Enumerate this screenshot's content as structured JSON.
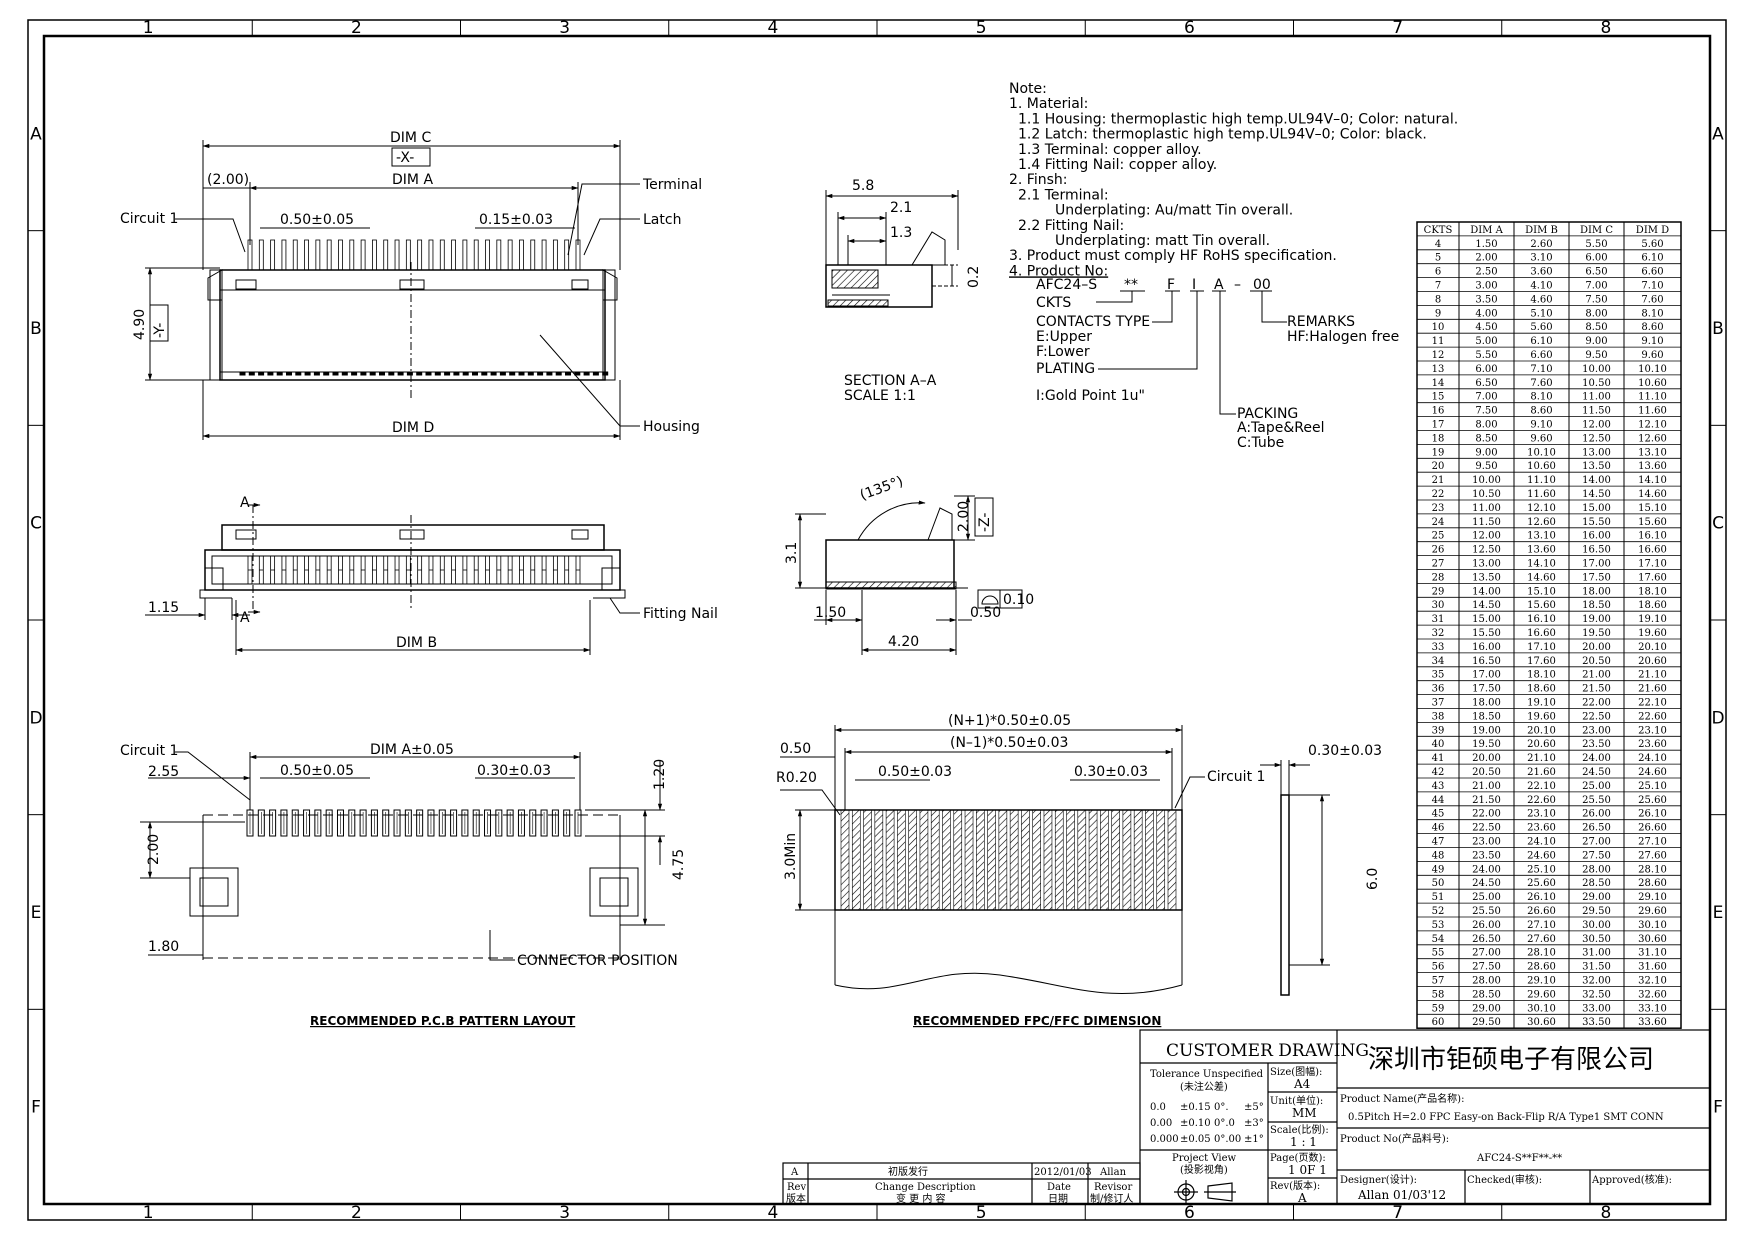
{
  "frame": {
    "columns": [
      "1",
      "2",
      "3",
      "4",
      "5",
      "6",
      "7",
      "8"
    ],
    "rows": [
      "A",
      "B",
      "C",
      "D",
      "E",
      "F"
    ]
  },
  "top_view": {
    "dim_c": "DIM C",
    "x_ref": "-X-",
    "dim_a": "DIM A",
    "off_2": "(2.00)",
    "circuit1": "Circuit 1",
    "pitch": "0.50±0.05",
    "width": "0.15±0.03",
    "terminal": "Terminal",
    "latch": "Latch",
    "height": "4.90",
    "y_ref": "-Y-",
    "housing": "Housing",
    "dim_d": "DIM D"
  },
  "section": {
    "d58": "5.8",
    "d21": "2.1",
    "d13": "1.3",
    "d02": "0.2",
    "title": "SECTION  A–A",
    "scale": "SCALE      1:1"
  },
  "front_view": {
    "a": "A",
    "d115": "1.15",
    "fitting_nail": "Fitting Nail",
    "dim_b": "DIM B"
  },
  "side_view": {
    "angle": "(135°)",
    "d200": "2.00",
    "z_ref": "-Z-",
    "d31": "3.1",
    "flat": "0.10",
    "d150": "1.50",
    "d050": "0.50",
    "d420": "4.20"
  },
  "pcb": {
    "circuit1": "Circuit 1",
    "dim_a_tol": "DIM A±0.05",
    "d255": "2.55",
    "pitch": "0.50±0.05",
    "width": "0.30±0.03",
    "d120": "1.20",
    "d200": "2.00",
    "d475": "4.75",
    "d180": "1.80",
    "conn_pos": "CONNECTOR  POSITION",
    "caption": "RECOMMENDED  P.C.B  PATTERN  LAYOUT"
  },
  "fpc": {
    "n1": "(N+1)*0.50±0.05",
    "nm1": "(N–1)*0.50±0.03",
    "d050": "0.50",
    "r020": "R0.20",
    "pitch": "0.50±0.03",
    "width": "0.30±0.03",
    "circuit1": "Circuit  1",
    "thk": "0.30±0.03",
    "min": "3.0Min",
    "d60": "6.0",
    "caption": "RECOMMENDED  FPC/FFC  DIMENSION"
  },
  "notes": {
    "lines": [
      "Note:",
      "1.  Material:",
      "   1.1  Housing:  thermoplastic  high  temp.UL94V–0;  Color:  natural.",
      "   1.2  Latch:  thermoplastic  high  temp.UL94V–0;  Color:  black.",
      "   1.3  Terminal:  copper  alloy.",
      "   1.4  Fitting  Nail:  copper  alloy.",
      "2.  Finsh:",
      "   2.1  Terminal:",
      "            Underplating:  Au/matt  Tin  overall.",
      "   2.2  Fitting  Nail:",
      "            Underplating:  matt  Tin  overall.",
      "3.  Product  must  comply  HF  RoHS  specification.",
      "4.  Product  No:"
    ],
    "part_code": [
      "AFC24–S",
      "**",
      "F",
      "I",
      "A",
      "–",
      "00"
    ],
    "ckts": "CKTS",
    "contacts_type": "CONTACTS  TYPE",
    "upper": "E:Upper",
    "lower": "F:Lower",
    "plating": "PLATING",
    "gold": "I:Gold  Point  1u\"",
    "remarks": "REMARKS",
    "hf": "HF:Halogen  free",
    "packing": "PACKING",
    "tape": "A:Tape&Reel",
    "tube": "C:Tube"
  },
  "dim_table": {
    "headers": [
      "CKTS",
      "DIM A",
      "DIM B",
      "DIM C",
      "DIM D"
    ],
    "rows": [
      [
        "4",
        "1.50",
        "2.60",
        "5.50",
        "5.60"
      ],
      [
        "5",
        "2.00",
        "3.10",
        "6.00",
        "6.10"
      ],
      [
        "6",
        "2.50",
        "3.60",
        "6.50",
        "6.60"
      ],
      [
        "7",
        "3.00",
        "4.10",
        "7.00",
        "7.10"
      ],
      [
        "8",
        "3.50",
        "4.60",
        "7.50",
        "7.60"
      ],
      [
        "9",
        "4.00",
        "5.10",
        "8.00",
        "8.10"
      ],
      [
        "10",
        "4.50",
        "5.60",
        "8.50",
        "8.60"
      ],
      [
        "11",
        "5.00",
        "6.10",
        "9.00",
        "9.10"
      ],
      [
        "12",
        "5.50",
        "6.60",
        "9.50",
        "9.60"
      ],
      [
        "13",
        "6.00",
        "7.10",
        "10.00",
        "10.10"
      ],
      [
        "14",
        "6.50",
        "7.60",
        "10.50",
        "10.60"
      ],
      [
        "15",
        "7.00",
        "8.10",
        "11.00",
        "11.10"
      ],
      [
        "16",
        "7.50",
        "8.60",
        "11.50",
        "11.60"
      ],
      [
        "17",
        "8.00",
        "9.10",
        "12.00",
        "12.10"
      ],
      [
        "18",
        "8.50",
        "9.60",
        "12.50",
        "12.60"
      ],
      [
        "19",
        "9.00",
        "10.10",
        "13.00",
        "13.10"
      ],
      [
        "20",
        "9.50",
        "10.60",
        "13.50",
        "13.60"
      ],
      [
        "21",
        "10.00",
        "11.10",
        "14.00",
        "14.10"
      ],
      [
        "22",
        "10.50",
        "11.60",
        "14.50",
        "14.60"
      ],
      [
        "23",
        "11.00",
        "12.10",
        "15.00",
        "15.10"
      ],
      [
        "24",
        "11.50",
        "12.60",
        "15.50",
        "15.60"
      ],
      [
        "25",
        "12.00",
        "13.10",
        "16.00",
        "16.10"
      ],
      [
        "26",
        "12.50",
        "13.60",
        "16.50",
        "16.60"
      ],
      [
        "27",
        "13.00",
        "14.10",
        "17.00",
        "17.10"
      ],
      [
        "28",
        "13.50",
        "14.60",
        "17.50",
        "17.60"
      ],
      [
        "29",
        "14.00",
        "15.10",
        "18.00",
        "18.10"
      ],
      [
        "30",
        "14.50",
        "15.60",
        "18.50",
        "18.60"
      ],
      [
        "31",
        "15.00",
        "16.10",
        "19.00",
        "19.10"
      ],
      [
        "32",
        "15.50",
        "16.60",
        "19.50",
        "19.60"
      ],
      [
        "33",
        "16.00",
        "17.10",
        "20.00",
        "20.10"
      ],
      [
        "34",
        "16.50",
        "17.60",
        "20.50",
        "20.60"
      ],
      [
        "35",
        "17.00",
        "18.10",
        "21.00",
        "21.10"
      ],
      [
        "36",
        "17.50",
        "18.60",
        "21.50",
        "21.60"
      ],
      [
        "37",
        "18.00",
        "19.10",
        "22.00",
        "22.10"
      ],
      [
        "38",
        "18.50",
        "19.60",
        "22.50",
        "22.60"
      ],
      [
        "39",
        "19.00",
        "20.10",
        "23.00",
        "23.10"
      ],
      [
        "40",
        "19.50",
        "20.60",
        "23.50",
        "23.60"
      ],
      [
        "41",
        "20.00",
        "21.10",
        "24.00",
        "24.10"
      ],
      [
        "42",
        "20.50",
        "21.60",
        "24.50",
        "24.60"
      ],
      [
        "43",
        "21.00",
        "22.10",
        "25.00",
        "25.10"
      ],
      [
        "44",
        "21.50",
        "22.60",
        "25.50",
        "25.60"
      ],
      [
        "45",
        "22.00",
        "23.10",
        "26.00",
        "26.10"
      ],
      [
        "46",
        "22.50",
        "23.60",
        "26.50",
        "26.60"
      ],
      [
        "47",
        "23.00",
        "24.10",
        "27.00",
        "27.10"
      ],
      [
        "48",
        "23.50",
        "24.60",
        "27.50",
        "27.60"
      ],
      [
        "49",
        "24.00",
        "25.10",
        "28.00",
        "28.10"
      ],
      [
        "50",
        "24.50",
        "25.60",
        "28.50",
        "28.60"
      ],
      [
        "51",
        "25.00",
        "26.10",
        "29.00",
        "29.10"
      ],
      [
        "52",
        "25.50",
        "26.60",
        "29.50",
        "29.60"
      ],
      [
        "53",
        "26.00",
        "27.10",
        "30.00",
        "30.10"
      ],
      [
        "54",
        "26.50",
        "27.60",
        "30.50",
        "30.60"
      ],
      [
        "55",
        "27.00",
        "28.10",
        "31.00",
        "31.10"
      ],
      [
        "56",
        "27.50",
        "28.60",
        "31.50",
        "31.60"
      ],
      [
        "57",
        "28.00",
        "29.10",
        "32.00",
        "32.10"
      ],
      [
        "58",
        "28.50",
        "29.60",
        "32.50",
        "32.60"
      ],
      [
        "59",
        "29.00",
        "30.10",
        "33.00",
        "33.10"
      ],
      [
        "60",
        "29.50",
        "30.60",
        "33.50",
        "33.60"
      ]
    ]
  },
  "title_block": {
    "customer_drawing": "CUSTOMER  DRAWING",
    "company": "深圳市钜硕电子有限公司",
    "tol_title": "Tolerance Unspecified",
    "tol_cn": "(未注公差)",
    "tol_rows": [
      [
        "0.0",
        "±0.15",
        "0°.",
        "±5°"
      ],
      [
        "0.00",
        "±0.10",
        "0°.0",
        "±3°"
      ],
      [
        "0.000",
        "±0.05",
        "0°.00",
        "±1°"
      ]
    ],
    "size_label": "Size(图幅):",
    "size_val": "A4",
    "unit_label": "Unit(单位):",
    "unit_val": "MM",
    "scale_label": "Scale(比例):",
    "scale_val": "1 : 1",
    "page_label": "Page(页数):",
    "page_val": "1 0F 1",
    "rev_label": "Rev(版本):",
    "rev_val": "A",
    "projection": "Project View",
    "projection_cn": "(投影视角)",
    "pname_label": "Product Name(产品名称):",
    "pname_val": "0.5Pitch H=2.0 FPC Easy-on Back-Flip R/A Type1 SMT CONN",
    "pno_label": "Product No(产品料号):",
    "pno_val": "AFC24-S**F**-**",
    "designer_label": "Designer(设计):",
    "designer_val": "Allan 01/03'12",
    "checked_label": "Checked(审核):",
    "approved_label": "Approved(核准):",
    "rev_row": [
      "A",
      "初版发行",
      "2012/01/03",
      "Allan"
    ],
    "rev_hdr": [
      "Rev",
      "Change Description",
      "Date",
      "Revisor"
    ],
    "rev_hdr_cn": [
      "版本",
      "变 更 内 容",
      "日期",
      "制/修订人"
    ]
  }
}
